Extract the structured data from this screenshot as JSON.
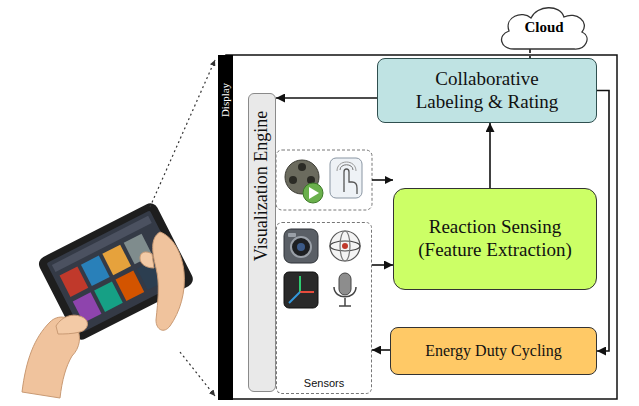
{
  "diagram": {
    "nodes": [
      {
        "text": [
          "Cloud"
        ]
      },
      {
        "text": [
          "Display"
        ]
      },
      {
        "text": [
          "Visualization Engine"
        ]
      },
      {
        "text": [
          "Collaborative Labeling & Rating"
        ]
      },
      {
        "text": [
          "Reaction Sensing (Feature Extraction)"
        ]
      },
      {
        "text": [
          "Sensors"
        ]
      },
      {
        "text": [
          "Energy Duty Cycling"
        ]
      }
    ],
    "edges": [
      {
        "from": 0,
        "to": 3,
        "arrow": "none"
      },
      {
        "from": 3,
        "to": 2,
        "arrow": "to"
      },
      {
        "from": 4,
        "to": 3,
        "arrow": "to"
      },
      {
        "from": 5,
        "to": 4,
        "arrow": "to"
      },
      {
        "from": 3,
        "to": 6,
        "arrow": "to"
      },
      {
        "from": 6,
        "to": 5,
        "arrow": "to"
      }
    ]
  }
}
